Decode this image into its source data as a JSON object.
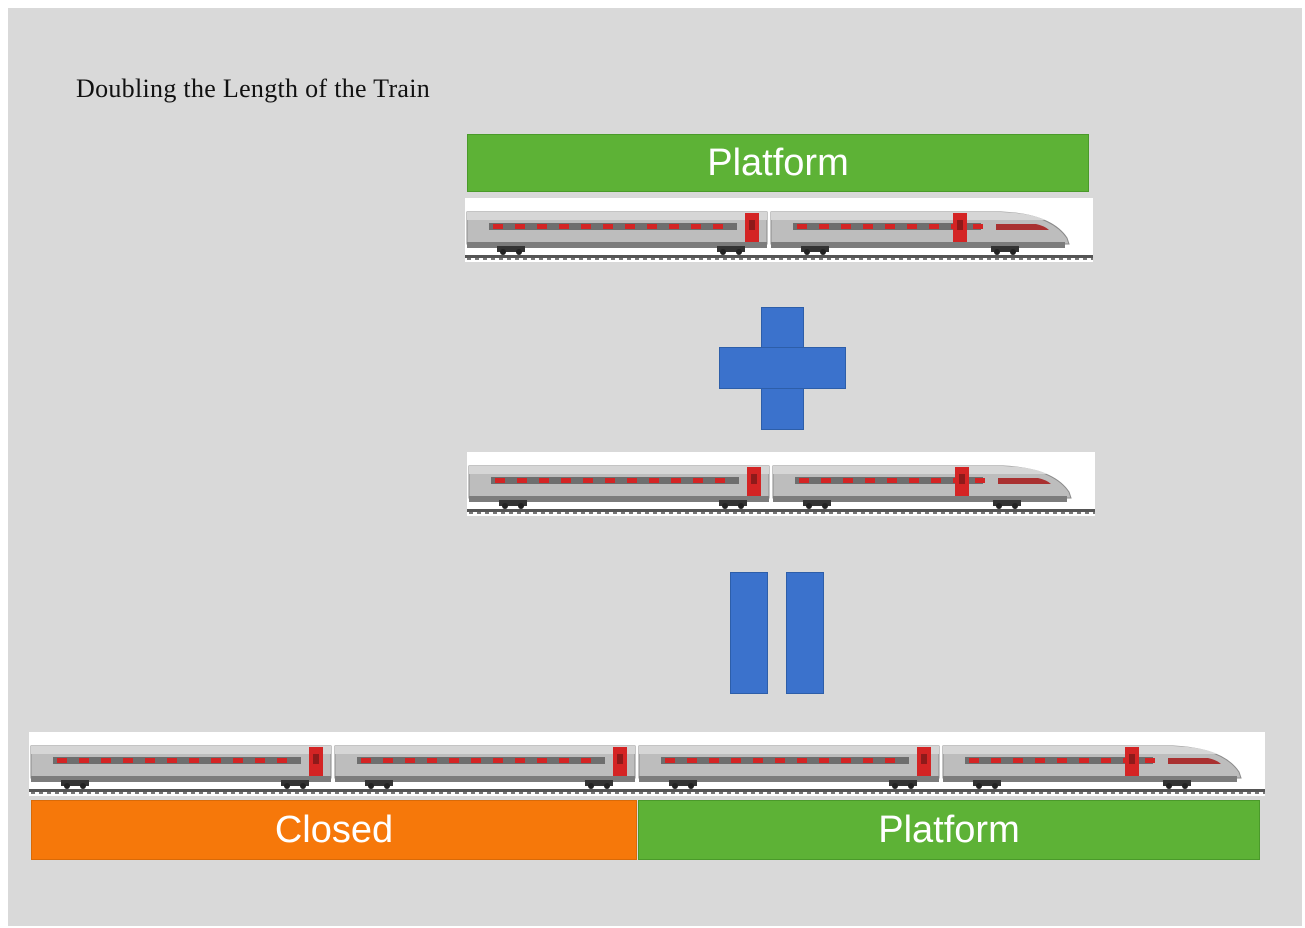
{
  "title": "Doubling the Length of the Train",
  "top_platform_label": "Platform",
  "bottom_closed_label": "Closed",
  "bottom_platform_label": "Platform",
  "operators": [
    "plus",
    "equals"
  ],
  "colors": {
    "background": "#d9d9d9",
    "platform": "#5db236",
    "closed": "#f6780a",
    "operator": "#3b72cc",
    "train_body": "#b8b8b8",
    "train_accent": "#d42424"
  }
}
